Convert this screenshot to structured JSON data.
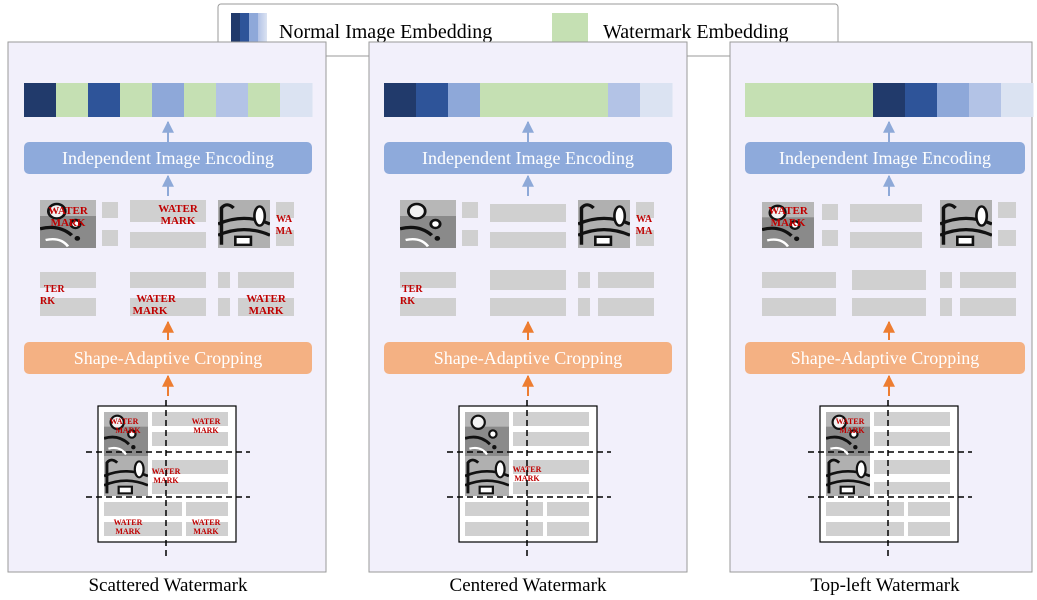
{
  "legend": {
    "normal_label": "Normal Image Embedding",
    "watermark_label": "Watermark Embedding"
  },
  "colors": {
    "panel_bg": "#f2f0fb",
    "panel_border": "#9a9a9a",
    "navy_1": "#213a6b",
    "navy_2": "#2e5499",
    "blue_3": "#8ea8d9",
    "blue_4": "#b3c3e6",
    "blue_5": "#dbe3f2",
    "watermark_green": "#c5e0b3",
    "encoder_blue": "#8eaadb",
    "cropper_orange": "#f4b183",
    "encoder_arrow": "#8ea9d8",
    "cropper_arrow": "#ed7d31",
    "watermark_text": "#c00000",
    "text_bar": "#d0d0d0"
  },
  "panels": [
    {
      "id": "scattered",
      "caption": "Scattered Watermark",
      "encoder_label": "Independent Image Encoding",
      "cropper_label": "Shape-Adaptive Cropping",
      "embedding": [
        "navy_1",
        "watermark",
        "navy_2",
        "watermark",
        "blue_3",
        "watermark",
        "blue_4",
        "watermark",
        "blue_5"
      ]
    },
    {
      "id": "centered",
      "caption": "Centered Watermark",
      "encoder_label": "Independent Image Encoding",
      "cropper_label": "Shape-Adaptive Cropping",
      "embedding": [
        "navy_1",
        "navy_2",
        "blue_3",
        "watermark",
        "watermark",
        "watermark",
        "watermark",
        "blue_4",
        "blue_5"
      ]
    },
    {
      "id": "topleft",
      "caption": "Top-left Watermark",
      "encoder_label": "Independent Image Encoding",
      "cropper_label": "Shape-Adaptive Cropping",
      "embedding": [
        "watermark",
        "watermark",
        "watermark",
        "watermark",
        "navy_1",
        "navy_2",
        "blue_3",
        "blue_4",
        "blue_5"
      ]
    }
  ],
  "watermark_text": {
    "line1": "WATER",
    "line2": "MARK",
    "clip_a1": "WA",
    "clip_a2": "MA",
    "clip_b1": "TER",
    "clip_b2": "RK"
  }
}
